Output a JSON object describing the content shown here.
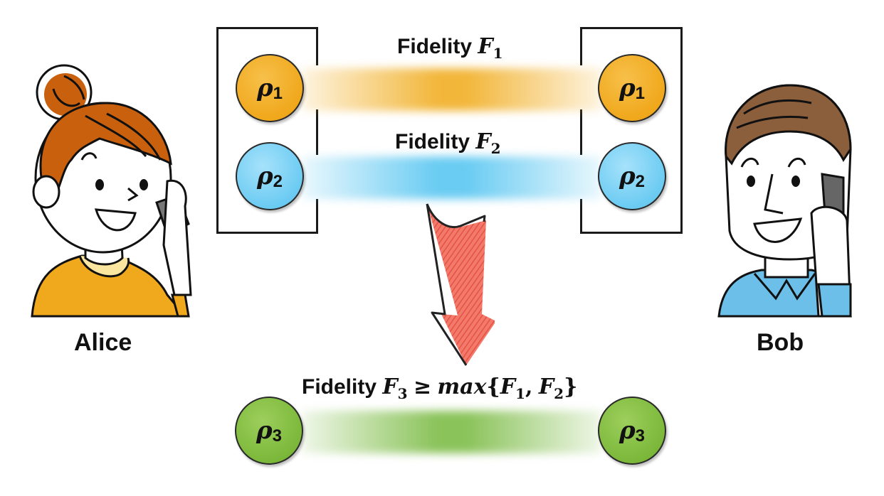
{
  "diagram": {
    "title_top": {
      "word": "Fidelity",
      "f1": {
        "symbol": "F",
        "subscript": "1"
      },
      "f2": {
        "symbol": "F",
        "subscript": "2"
      }
    },
    "result_label": {
      "word": "Fidelity",
      "f3_symbol": "F",
      "f3_subscript": "3",
      "relation": "≥",
      "func": "max",
      "open_brace": "{",
      "arg1_symbol": "F",
      "arg1_subscript": "1",
      "comma": ",",
      "arg2_symbol": "F",
      "arg2_subscript": "2",
      "close_brace": "}"
    },
    "nodes": {
      "rho1": {
        "symbol": "ρ",
        "subscript": "1",
        "color": "#f0a81c"
      },
      "rho2": {
        "symbol": "ρ",
        "subscript": "2",
        "color": "#6ccbf2"
      },
      "rho3": {
        "symbol": "ρ",
        "subscript": "3",
        "color": "#7cb83a"
      }
    },
    "arrow": {
      "color": "#e8503f",
      "icon": "down-arrow"
    },
    "parties": {
      "left": {
        "name": "Alice",
        "hair_color": "#c8600e",
        "shirt_color": "#f0a81c"
      },
      "right": {
        "name": "Bob",
        "hair_color": "#8b5e3c",
        "shirt_color": "#6cbfe8"
      }
    }
  }
}
